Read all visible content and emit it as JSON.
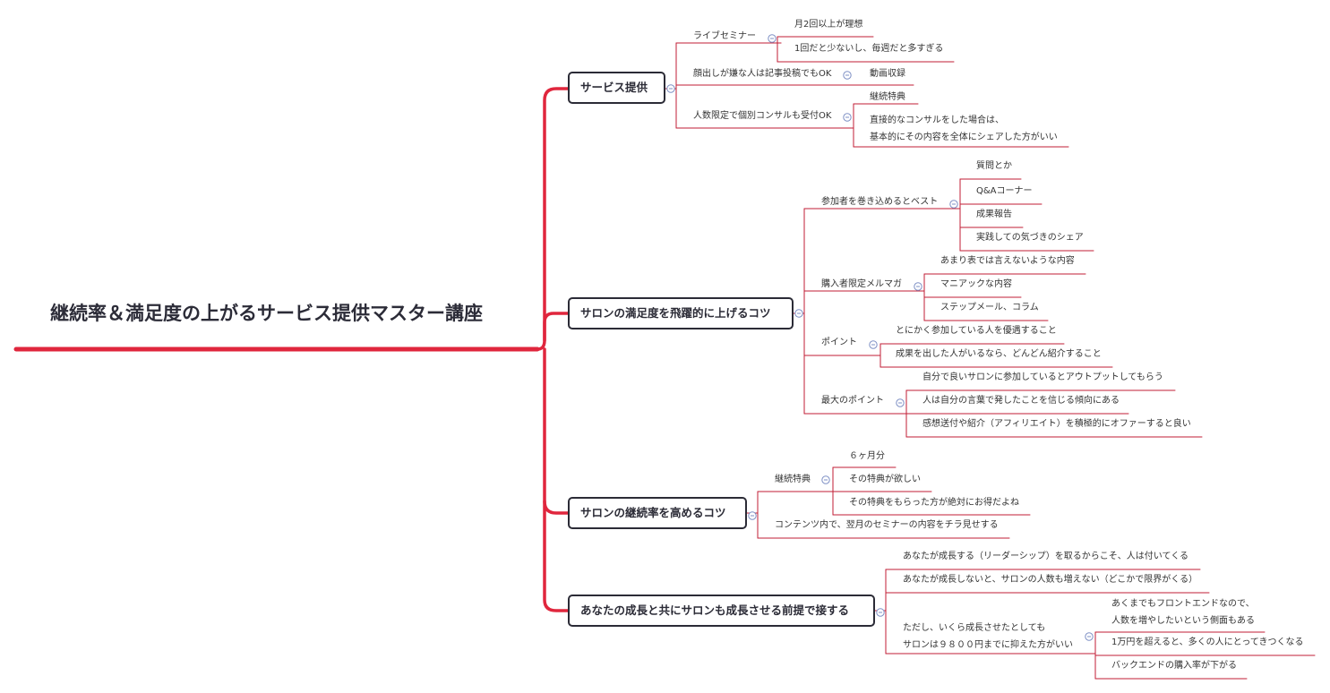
{
  "root": "継続率＆満足度の上がるサービス提供マスター講座",
  "colors": {
    "main_branch": "#e0263d",
    "sub_branch": "#c21d34",
    "box_border": "#2b2b36"
  },
  "branches": [
    {
      "label": "サービス提供",
      "children": [
        {
          "label": "ライブセミナー",
          "children": [
            "月2回以上が理想",
            "1回だと少ないし、毎週だと多すぎる"
          ]
        },
        {
          "label": "顔出しが嫌な人は記事投稿でもOK",
          "children": [
            "動画収録"
          ]
        },
        {
          "label": "人数限定で個別コンサルも受付OK",
          "children": [
            "継続特典",
            [
              "直接的なコンサルをした場合は、",
              "基本的にその内容を全体にシェアした方がいい"
            ]
          ]
        }
      ]
    },
    {
      "label": "サロンの満足度を飛躍的に上げるコツ",
      "children": [
        {
          "label": "参加者を巻き込めるとベスト",
          "children": [
            "質問とか",
            "Q&Aコーナー",
            "成果報告",
            "実践しての気づきのシェア"
          ]
        },
        {
          "label": "購入者限定メルマガ",
          "children": [
            "あまり表では言えないような内容",
            "マニアックな内容",
            "ステップメール、コラム"
          ]
        },
        {
          "label": "ポイント",
          "children": [
            "とにかく参加している人を優遇すること",
            "成果を出した人がいるなら、どんどん紹介すること"
          ]
        },
        {
          "label": "最大のポイント",
          "children": [
            "自分で良いサロンに参加しているとアウトプットしてもらう",
            "人は自分の言葉で発したことを信じる傾向にある",
            "感想送付や紹介（アフィリエイト）を積極的にオファーすると良い"
          ]
        }
      ]
    },
    {
      "label": "サロンの継続率を高めるコツ",
      "children": [
        {
          "label": "継続特典",
          "children": [
            "６ヶ月分",
            "その特典が欲しい",
            "その特典をもらった方が絶対にお得だよね"
          ]
        },
        {
          "label": "コンテンツ内で、翌月のセミナーの内容をチラ見せする",
          "children": []
        }
      ]
    },
    {
      "label": "あなたの成長と共にサロンも成長させる前提で接する",
      "children": [
        {
          "label": "あなたが成長する（リーダーシップ）を取るからこそ、人は付いてくる",
          "children": []
        },
        {
          "label": "あなたが成長しないと、サロンの人数も増えない（どこかで限界がくる）",
          "children": []
        },
        {
          "label": [
            "ただし、いくら成長させたとしても",
            "サロンは９８００円までに抑えた方がいい"
          ],
          "children": [
            [
              "あくまでもフロントエンドなので、",
              "人数を増やしたいという側面もある"
            ],
            "1万円を超えると、多くの人にとってきつくなる",
            "バックエンドの購入率が下がる"
          ]
        }
      ]
    }
  ]
}
